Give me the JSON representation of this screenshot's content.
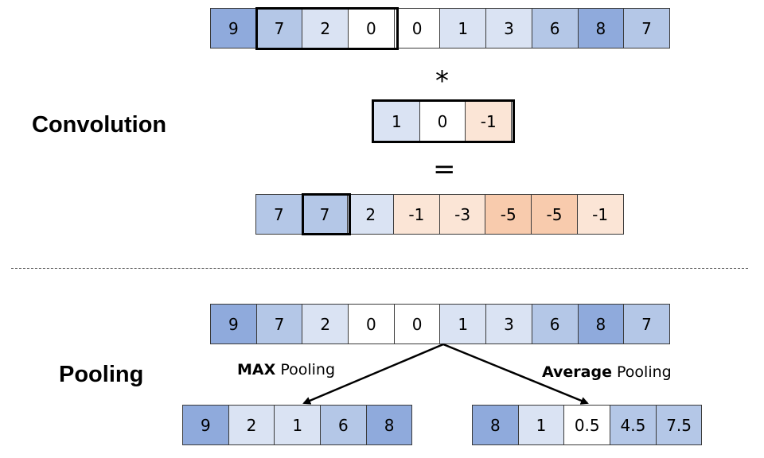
{
  "colors": {
    "dark_blue": "#8faadc",
    "mid_blue": "#b4c7e7",
    "light_blue": "#dae3f3",
    "white": "#ffffff",
    "light_orange": "#fbe5d6",
    "mid_orange": "#f8cbad"
  },
  "convolution": {
    "title": "Convolution",
    "operator": "*",
    "equals": "=",
    "input": [
      {
        "v": "9",
        "c": "dark_blue"
      },
      {
        "v": "7",
        "c": "mid_blue"
      },
      {
        "v": "2",
        "c": "light_blue"
      },
      {
        "v": "0",
        "c": "white"
      },
      {
        "v": "0",
        "c": "white"
      },
      {
        "v": "1",
        "c": "light_blue"
      },
      {
        "v": "3",
        "c": "light_blue"
      },
      {
        "v": "6",
        "c": "mid_blue"
      },
      {
        "v": "8",
        "c": "dark_blue"
      },
      {
        "v": "7",
        "c": "mid_blue"
      }
    ],
    "kernel": [
      {
        "v": "1",
        "c": "light_blue"
      },
      {
        "v": "0",
        "c": "white"
      },
      {
        "v": "-1",
        "c": "light_orange"
      }
    ],
    "output": [
      {
        "v": "7",
        "c": "mid_blue"
      },
      {
        "v": "7",
        "c": "mid_blue"
      },
      {
        "v": "2",
        "c": "light_blue"
      },
      {
        "v": "-1",
        "c": "light_orange"
      },
      {
        "v": "-3",
        "c": "light_orange"
      },
      {
        "v": "-5",
        "c": "mid_orange"
      },
      {
        "v": "-5",
        "c": "mid_orange"
      },
      {
        "v": "-1",
        "c": "light_orange"
      }
    ]
  },
  "pooling": {
    "title": "Pooling",
    "max_label_bold": "MAX",
    "max_label_rest": "Pooling",
    "avg_label_bold": "Average",
    "avg_label_rest": "Pooling",
    "input": [
      {
        "v": "9",
        "c": "dark_blue"
      },
      {
        "v": "7",
        "c": "mid_blue"
      },
      {
        "v": "2",
        "c": "light_blue"
      },
      {
        "v": "0",
        "c": "white"
      },
      {
        "v": "0",
        "c": "white"
      },
      {
        "v": "1",
        "c": "light_blue"
      },
      {
        "v": "3",
        "c": "light_blue"
      },
      {
        "v": "6",
        "c": "mid_blue"
      },
      {
        "v": "8",
        "c": "dark_blue"
      },
      {
        "v": "7",
        "c": "mid_blue"
      }
    ],
    "max_output": [
      {
        "v": "9",
        "c": "dark_blue"
      },
      {
        "v": "2",
        "c": "light_blue"
      },
      {
        "v": "1",
        "c": "light_blue"
      },
      {
        "v": "6",
        "c": "mid_blue"
      },
      {
        "v": "8",
        "c": "dark_blue"
      }
    ],
    "avg_output": [
      {
        "v": "8",
        "c": "dark_blue"
      },
      {
        "v": "1",
        "c": "light_blue"
      },
      {
        "v": "0.5",
        "c": "white"
      },
      {
        "v": "4.5",
        "c": "mid_blue"
      },
      {
        "v": "7.5",
        "c": "mid_blue"
      }
    ]
  }
}
